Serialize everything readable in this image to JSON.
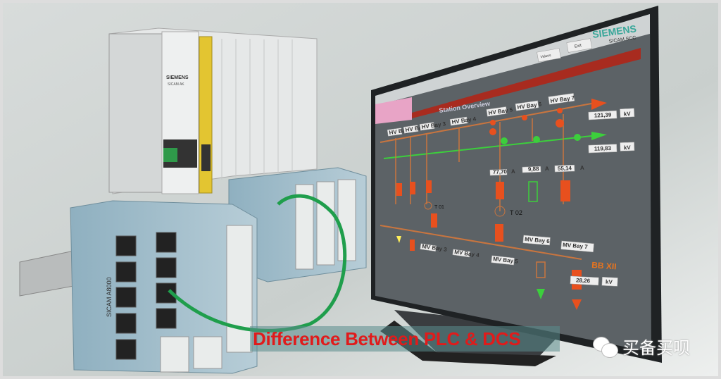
{
  "hardware": {
    "rack_brand": "SIEMENS",
    "rack_model": "SICAM AK",
    "module_model": "SICAM A8000"
  },
  "hmi": {
    "brand": "SIEMENS",
    "product": "SICAM SCC",
    "toolbar": [
      "Values",
      "Exit"
    ],
    "title": "Station Overview",
    "hv_bays": [
      "HV Bay 1",
      "HV Bay 2",
      "HV Bay 3",
      "HV Bay 4",
      "HV Bay 5",
      "HV Bay 6",
      "HV Bay 7"
    ],
    "busbar_voltages": [
      {
        "value": "121,39",
        "unit": "kV"
      },
      {
        "value": "119,83",
        "unit": "kV"
      }
    ],
    "bay_currents": [
      {
        "value": "77,70",
        "unit": "A"
      },
      {
        "value": "9,88",
        "unit": "A"
      },
      {
        "value": "55,14",
        "unit": "A"
      }
    ],
    "transformers": [
      "T 01",
      "T 02"
    ],
    "mv_bays": [
      "MV Bay 3",
      "MV Bay 4",
      "MV Bay 5",
      "MV Bay 6",
      "MV Bay 7"
    ],
    "mv_busbar": {
      "name": "BB XII",
      "value": "28,26",
      "unit": "kV"
    },
    "colors": {
      "energized": "#e8501e",
      "de_energized": "#3ccf3c",
      "background": "#5c6266"
    }
  },
  "caption": "Difference Between PLC & DCS",
  "watermark": "买备买呗"
}
